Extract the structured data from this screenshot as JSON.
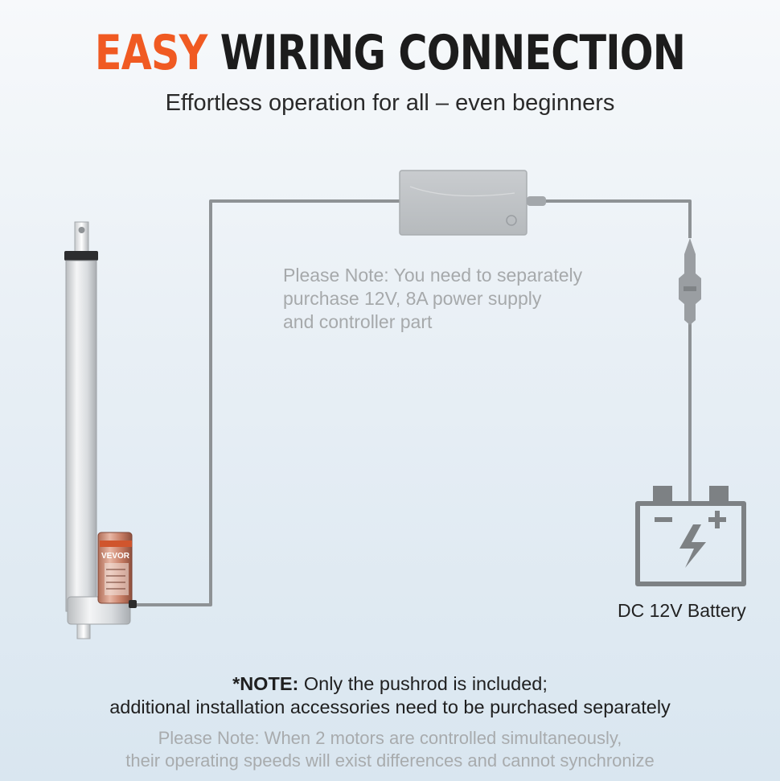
{
  "header": {
    "title_accent": "EASY",
    "title_rest": "WIRING CONNECTION",
    "subtitle": "Effortless operation for all – even beginners"
  },
  "power_supply_note": {
    "line1": "Please Note: You need to separately",
    "line2": "purchase 12V, 8A power supply",
    "line3": "and controller part"
  },
  "battery": {
    "label": "DC 12V Battery",
    "icon": "battery-icon"
  },
  "actuator": {
    "brand": "VEVOR"
  },
  "footer": {
    "note_prefix": "*NOTE:",
    "note_line1_rest": " Only the pushrod is included;",
    "note_line2": "additional installation accessories need to be purchased separately",
    "secondary_line1": "Please Note: When 2 motors are controlled simultaneously,",
    "secondary_line2": "their operating speeds will exist differences and cannot synchronize"
  },
  "colors": {
    "accent": "#f05a22",
    "title_dark": "#1c1c1c",
    "wire": "#8e9295",
    "battery_icon": "#7d8184"
  }
}
